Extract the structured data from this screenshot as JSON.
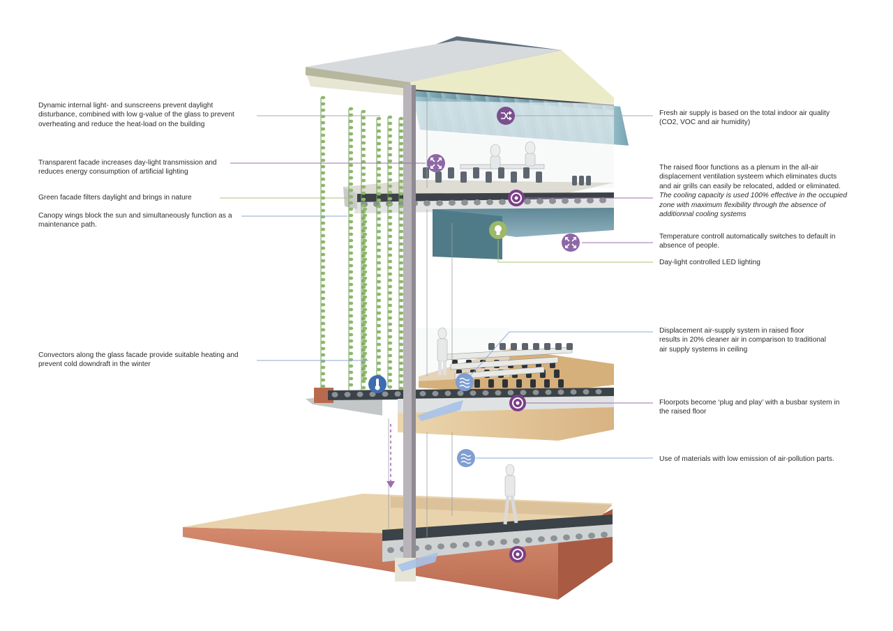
{
  "annotations_left": [
    {
      "id": "sunscreens",
      "lines": [
        "Dynamic internal light- and sunscreens prevent daylight",
        "disturbance, combined with low g-value of the glass to prevent",
        "overheating and reduce the heat-load on the building"
      ]
    },
    {
      "id": "transparent-facade",
      "lines": [
        "Transparent facade increases day-light transmission and",
        "reduces energy consumption of artificial lighting"
      ]
    },
    {
      "id": "green-facade",
      "lines": [
        "Green facade filters daylight and brings in nature"
      ]
    },
    {
      "id": "canopy-wings",
      "lines": [
        "Canopy wings block the sun and simultaneously function as a",
        "maintenance path."
      ]
    },
    {
      "id": "convectors",
      "lines": [
        "Convectors along the glass facade provide suitable heating and",
        "prevent cold downdraft in the winter"
      ]
    }
  ],
  "annotations_right": [
    {
      "id": "fresh-air",
      "lines": [
        "Fresh air supply is based on the total indoor air quality",
        "(CO2, VOC and air humidity)"
      ]
    },
    {
      "id": "raised-floor",
      "lines": [
        "The raised floor functions as a plenum in the all-air",
        "displacement ventilation systeem which eliminates ducts",
        "and air grills can easily be relocated, added or eliminated."
      ],
      "italic_lines": [
        "The cooling capacity is used 100% effective in the occupied",
        "zone with maximum flexibility through the absence of",
        "additionnal cooling systems"
      ]
    },
    {
      "id": "temperature",
      "lines": [
        "Temperature controll automatically switches to default in",
        "absence of people."
      ]
    },
    {
      "id": "led-lighting",
      "lines": [
        "Day-light controlled LED lighting"
      ]
    },
    {
      "id": "displacement",
      "lines": [
        "Displacement air-supply system in raised floor",
        "results in 20% cleaner air in comparison to traditional",
        "air supply systems in ceiling"
      ]
    },
    {
      "id": "floorpots",
      "lines": [
        "Floorpots become ‘plug and play’ with a busbar system in",
        "the raised floor"
      ]
    },
    {
      "id": "materials",
      "lines": [
        "Use of materials with low emission of air-pollution parts."
      ]
    }
  ],
  "colors": {
    "purple": "#7b4f8e",
    "green": "#9cb869",
    "blue": "#7f9ed2",
    "slat": "#6f9fae",
    "wood": "#d9b98a",
    "soil": "#c6795d"
  },
  "icons": [
    "shuffle-icon",
    "expand-icon",
    "target-icon",
    "lightbulb-icon",
    "thermometer-icon",
    "air-waves-icon"
  ]
}
